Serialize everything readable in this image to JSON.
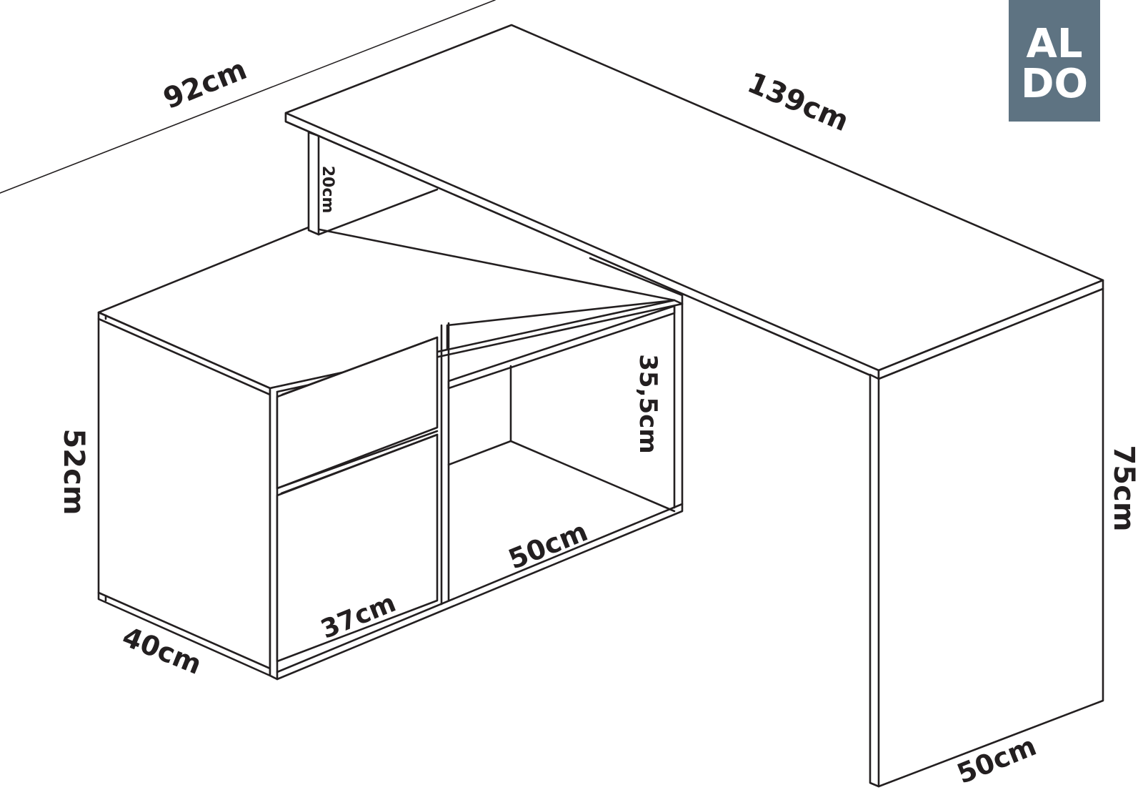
{
  "logo": {
    "line1": "AL",
    "line2": "DO",
    "background": "#5e7382",
    "text_color": "#ffffff"
  },
  "dimensions": {
    "desk_depth": "92cm",
    "desk_width": "139cm",
    "shelf_riser_height": "20cm",
    "open_shelf_height": "35,5cm",
    "cabinet_height": "52cm",
    "desk_height": "75cm",
    "open_shelf_width": "50cm",
    "drawer_width": "37cm",
    "cabinet_depth": "40cm",
    "leg_depth": "50cm"
  },
  "colors": {
    "line": "#231f20",
    "fill": "#ffffff"
  }
}
